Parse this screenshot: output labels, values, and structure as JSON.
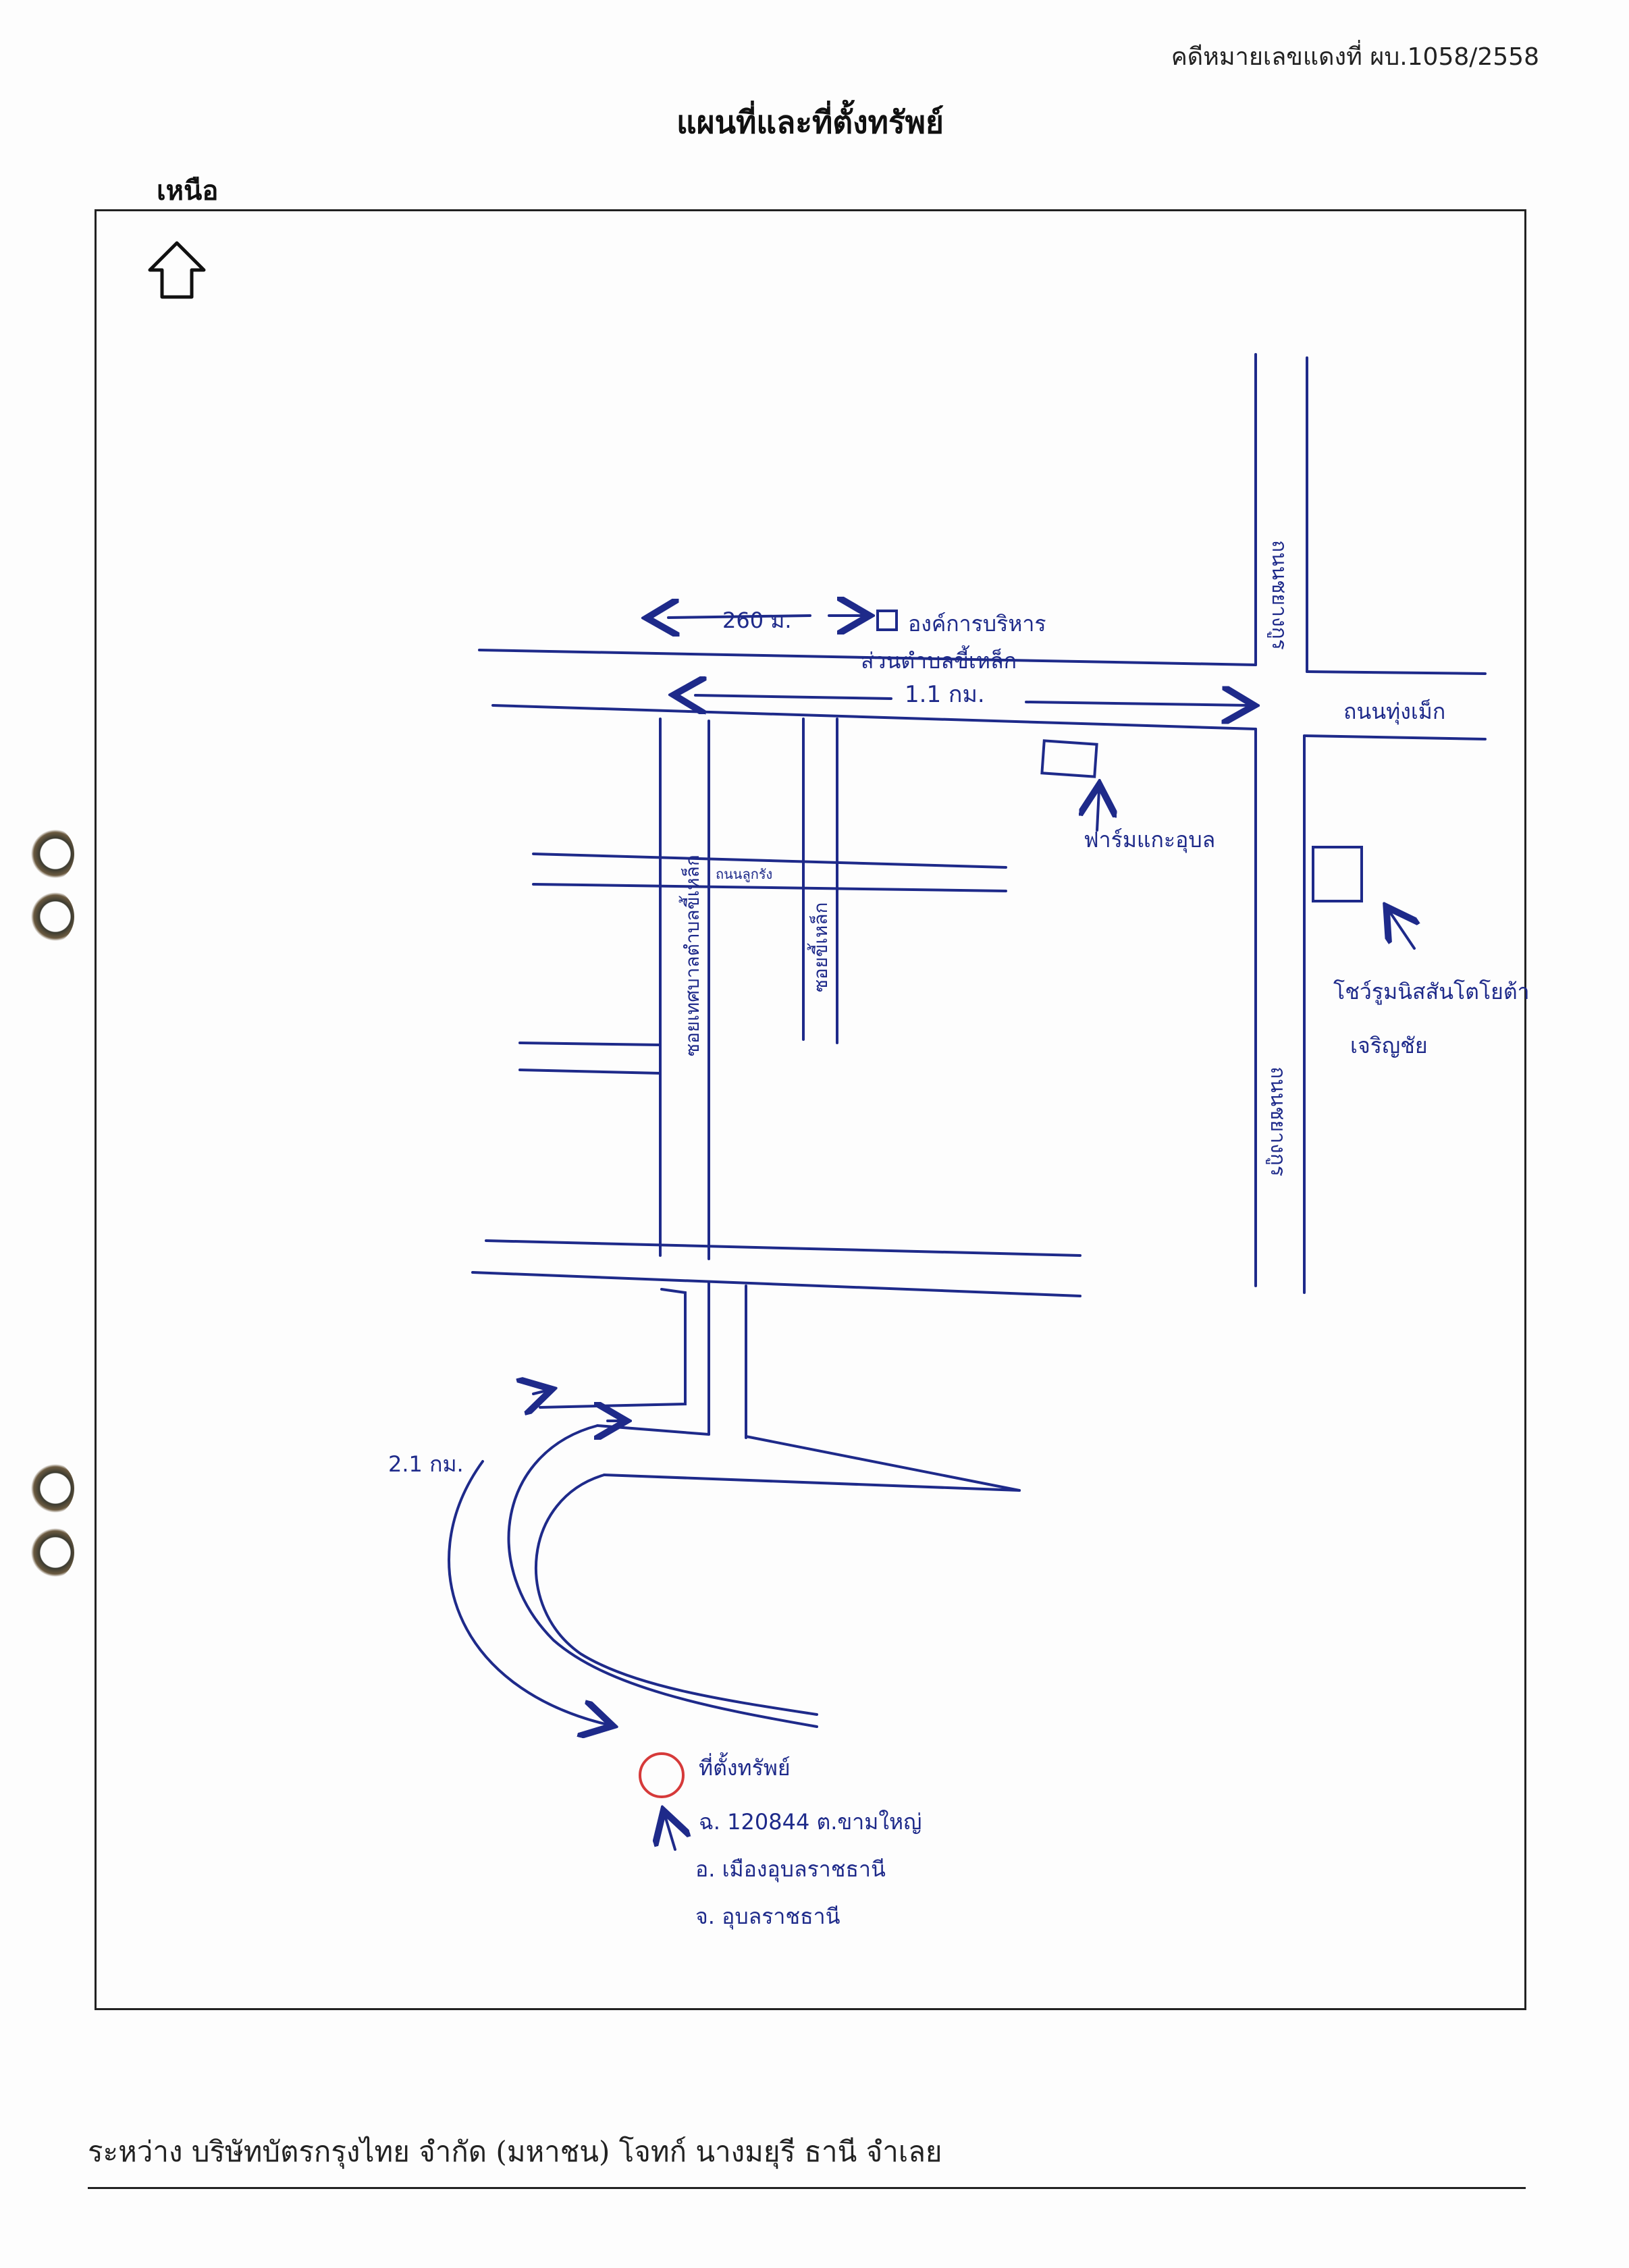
{
  "header": {
    "case_number": "คดีหมายเลขแดงที่ ผบ.1058/2558",
    "title": "แผนที่และที่ตั้งทรัพย์",
    "north_label": "เหนือ"
  },
  "map": {
    "icons": [
      "north-arrow-icon",
      "location-circle-icon"
    ],
    "colors": {
      "ink": "#1e2a8a",
      "marker": "#d63a3a",
      "frame": "#222222"
    },
    "labels": {
      "dist_260": "260 ม.",
      "office_1": "องค์การบริหาร",
      "office_2": "ส่วนตำบลขี้เหล็ก",
      "dist_1_1": "1.1 กม.",
      "road_thungmek": "ถนนทุ่งเม็ก",
      "road_north": "ถนนชยางกูร",
      "road_south": "ถนนชยางกูร",
      "farm": "ฟาร์มแกะอุบล",
      "showroom_1": "โชว์รูมนิสสันโตโยต้า",
      "showroom_2": "เจริญชัย",
      "soi_tessaban": "ซอยเทศบาลตำบลขี้เหล็ก",
      "soi_khilek": "ซอยขี้เหล็ก",
      "road_small": "ถนนลูกรัง",
      "dist_2_1": "2.1 กม.",
      "site_1": "ที่ตั้งทรัพย์",
      "site_2": "ฉ. 120844 ต.ขามใหญ่",
      "site_3": "อ. เมืองอุบลราชธานี",
      "site_4": "จ. อุบลราชธานี"
    }
  },
  "footer": {
    "parties": "ระหว่าง  บริษัทบัตรกรุงไทย จำกัด (มหาชน) โจทก์ นางมยุรี  ธานี  จำเลย"
  }
}
